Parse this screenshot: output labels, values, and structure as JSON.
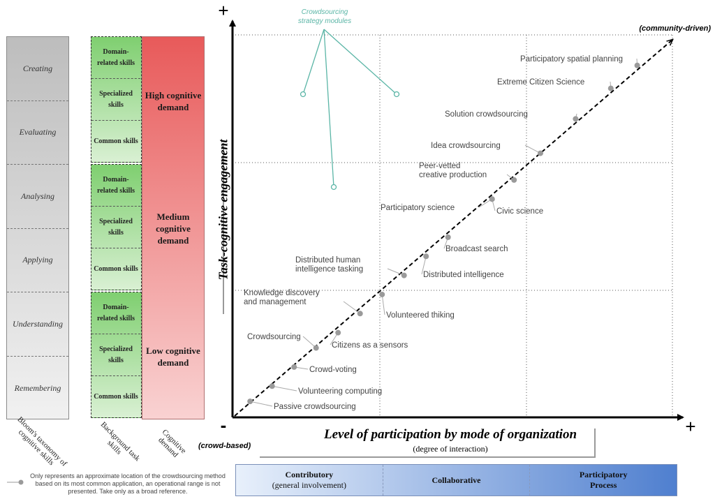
{
  "bloom": {
    "levels": [
      "Creating",
      "Evaluating",
      "Analysing",
      "Applying",
      "Understanding",
      "Remembering"
    ],
    "label": "Bloom's taxonomy of cognitive skills"
  },
  "skills": {
    "groups": [
      [
        "Domain-related skills",
        "Specialized skills",
        "Common skills"
      ],
      [
        "Domain-related skills",
        "Specialized skills",
        "Common skills"
      ],
      [
        "Domain-related skills",
        "Specialized skills",
        "Common skills"
      ]
    ],
    "label": "Background task skills"
  },
  "demand": {
    "levels": [
      "High cognitive demand",
      "Medium cognitive demand",
      "Low cognitive demand"
    ],
    "label": "Cognitive demand"
  },
  "diagram": {
    "plus_y": "+",
    "plus_x": "+",
    "minus": "-",
    "top_right_label": "(community-driven)",
    "bottom_left_label": "(crowd-based)",
    "modules_label_line1": "Crowdsourcing",
    "modules_label_line2": "strategy modules",
    "y_axis_label": "Task-cognitive engagement",
    "x_axis_label": "Level of participation by mode of organization",
    "x_axis_sublabel": "(degree of interaction)",
    "colors": {
      "teal": "#5ab5a6",
      "point": "#9a9a9a",
      "axis": "#000000"
    }
  },
  "chart_data": {
    "type": "scatter",
    "points": [
      {
        "label": "Passive crowdsourcing",
        "x": 0.04,
        "y": 0.04
      },
      {
        "label": "Volunteering computing",
        "x": 0.09,
        "y": 0.08
      },
      {
        "label": "Crowd-voting",
        "x": 0.14,
        "y": 0.13
      },
      {
        "label": "Crowdsourcing",
        "x": 0.19,
        "y": 0.18
      },
      {
        "label": "Citizens as a sensors",
        "x": 0.24,
        "y": 0.22
      },
      {
        "label": "Knowledge discovery and management",
        "x": 0.29,
        "y": 0.27
      },
      {
        "label": "Volunteered thiking",
        "x": 0.34,
        "y": 0.32
      },
      {
        "label": "Distributed human intelligence tasking",
        "x": 0.39,
        "y": 0.37
      },
      {
        "label": "Distributed intelligence",
        "x": 0.44,
        "y": 0.42
      },
      {
        "label": "Broadcast search",
        "x": 0.49,
        "y": 0.47
      },
      {
        "label": "Participatory science",
        "x": 0.59,
        "y": 0.57
      },
      {
        "label": "Civic science",
        "x": 0.59,
        "y": 0.57
      },
      {
        "label": "Peer-vetted creative production",
        "x": 0.64,
        "y": 0.62
      },
      {
        "label": "Idea crowdsourcing",
        "x": 0.7,
        "y": 0.69
      },
      {
        "label": "Solution crowdsourcing",
        "x": 0.78,
        "y": 0.78
      },
      {
        "label": "Extreme Citizen Science",
        "x": 0.86,
        "y": 0.86
      },
      {
        "label": "Participatory spatial planning",
        "x": 0.92,
        "y": 0.92
      }
    ]
  },
  "bottom_bar": [
    {
      "title": "Contributory",
      "sub": "(general involvement)"
    },
    {
      "title": "Collaborative",
      "sub": ""
    },
    {
      "title": "Participatory Process",
      "sub": ""
    }
  ],
  "footnote": "Only represents an approximate location of the crowdsourcing method based on its most common application, an operational range is not presented. Take only as a broad reference."
}
